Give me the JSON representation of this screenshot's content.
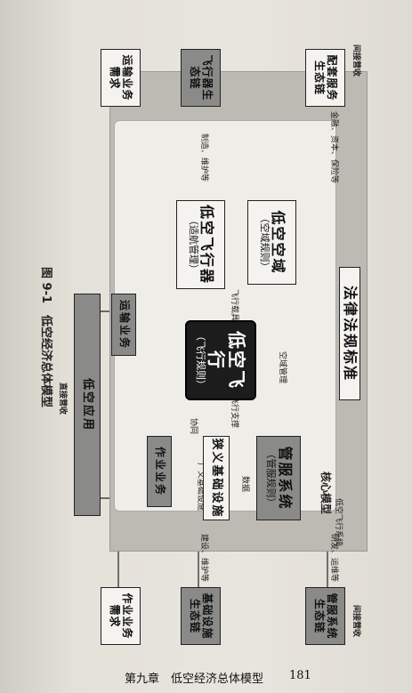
{
  "diagram": {
    "law": "法律法规标准",
    "core_model": "核心模型",
    "broad_infra_caption": "广义基础设施",
    "lowalt_system_caption": "低空飞行系统",
    "center": {
      "title": "低空飞行",
      "sub": "（飞行规则）"
    },
    "airspace": {
      "title": "低空空域",
      "sub": "（空域规则）"
    },
    "aircraft": {
      "title": "低空飞行器",
      "sub": "（适航管理）"
    },
    "mgmt_system": {
      "title": "管服系统",
      "sub": "（管服规则）"
    },
    "infra": {
      "title": "狭义基础设施"
    },
    "transport_biz": "运输业务",
    "operation_biz": "作业业务",
    "application": "低空应用",
    "eco_support": "配套服务生态链",
    "eco_aircraft": "飞行器生态链",
    "eco_mgmt": "管服系统生态链",
    "eco_infra": "基础设施生态链",
    "demand_transport": "运输业务需求",
    "demand_operation": "作业业务需求",
    "indirect_revenue": "间接营收",
    "direct_revenue": "直接营收",
    "edge_airspace_mgmt": "空域管理",
    "edge_flight_carrier": "飞行载具",
    "edge_flight_support": "飞行支撑",
    "edge_data": "数据",
    "edge_coord": "协同",
    "edge_finance": "金融、资本、保险等",
    "edge_manufacture": "制造、维护等",
    "edge_rnd_ops": "研发、运维等",
    "edge_build_maint": "建设、维护等",
    "caption": "图 9-1　低空经济总体模型"
  },
  "footer": {
    "chapter": "第九章　低空经济总体模型",
    "page": "181"
  }
}
